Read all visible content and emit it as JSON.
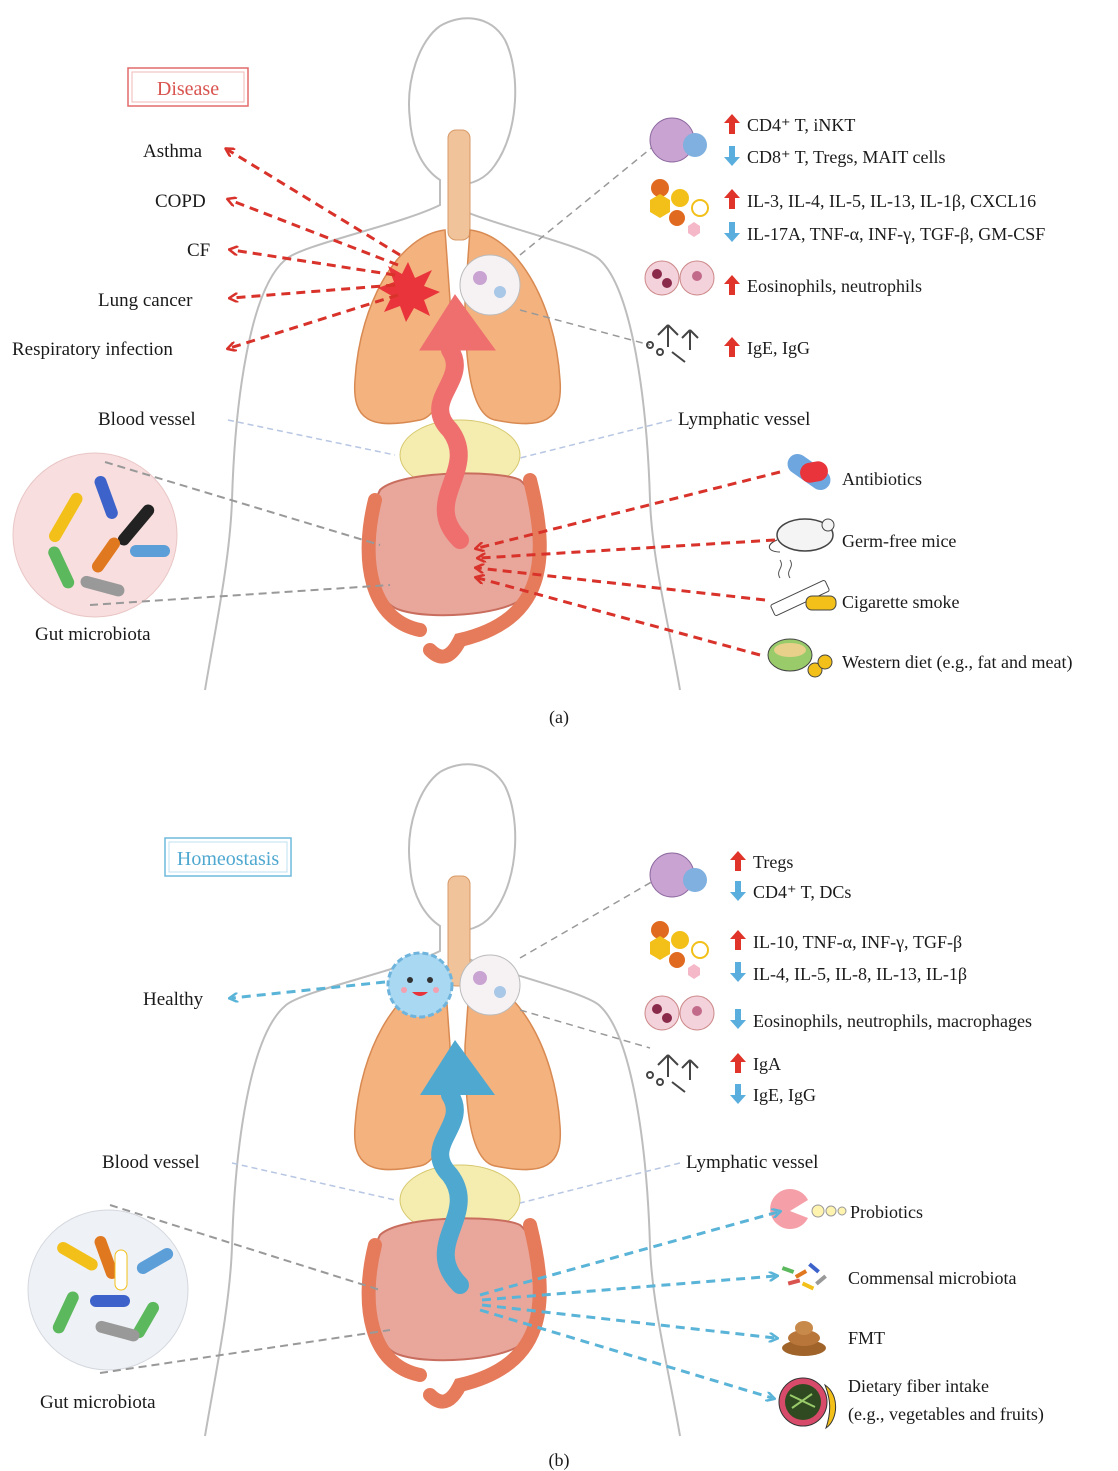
{
  "panel_a": {
    "caption": "(a)",
    "box_label": "Disease",
    "diseases": [
      "Asthma",
      "COPD",
      "CF",
      "Lung cancer",
      "Respiratory infection"
    ],
    "blood_vessel": "Blood vessel",
    "lymphatic_vessel": "Lymphatic vessel",
    "gut_microbiota": "Gut microbiota",
    "cells": [
      {
        "dir": "up",
        "text": "CD4⁺ T, iNKT"
      },
      {
        "dir": "down",
        "text": "CD8⁺ T, Tregs, MAIT cells"
      }
    ],
    "cytokines": [
      {
        "dir": "up",
        "text": "IL-3, IL-4, IL-5, IL-13, IL-1β, CXCL16"
      },
      {
        "dir": "down",
        "text": "IL-17A, TNF-α, INF-γ, TGF-β, GM-CSF"
      }
    ],
    "granulocytes": [
      {
        "dir": "up",
        "text": "Eosinophils, neutrophils"
      }
    ],
    "antibodies": [
      {
        "dir": "up",
        "text": "IgE, IgG"
      }
    ],
    "factors": [
      "Antibiotics",
      "Germ-free mice",
      "Cigarette smoke",
      "Western diet (e.g., fat and meat)"
    ]
  },
  "panel_b": {
    "caption": "(b)",
    "box_label": "Homeostasis",
    "outcome": "Healthy",
    "blood_vessel": "Blood vessel",
    "lymphatic_vessel": "Lymphatic vessel",
    "gut_microbiota": "Gut microbiota",
    "cells": [
      {
        "dir": "up",
        "text": "Tregs"
      },
      {
        "dir": "down",
        "text": "CD4⁺ T, DCs"
      }
    ],
    "cytokines": [
      {
        "dir": "up",
        "text": "IL-10, TNF-α, INF-γ, TGF-β"
      },
      {
        "dir": "down",
        "text": "IL-4, IL-5, IL-8, IL-13, IL-1β"
      }
    ],
    "granulocytes": [
      {
        "dir": "down",
        "text": "Eosinophils, neutrophils, macrophages"
      }
    ],
    "antibodies": [
      {
        "dir": "up",
        "text": "IgA"
      },
      {
        "dir": "down",
        "text": "IgE, IgG"
      }
    ],
    "factors": [
      "Probiotics",
      "Commensal microbiota",
      "FMT",
      "Dietary fiber intake",
      "(e.g., vegetables and fruits)"
    ]
  },
  "colors": {
    "disease_red": "#d9534f",
    "dash_red": "#d8322a",
    "homeo_blue": "#4fa8d0",
    "dash_blue": "#5ab4d8",
    "lung": "#f4b27e",
    "intestine": "#e57b5a",
    "up_arrow": "#e0342a",
    "down_arrow": "#5aaede"
  }
}
